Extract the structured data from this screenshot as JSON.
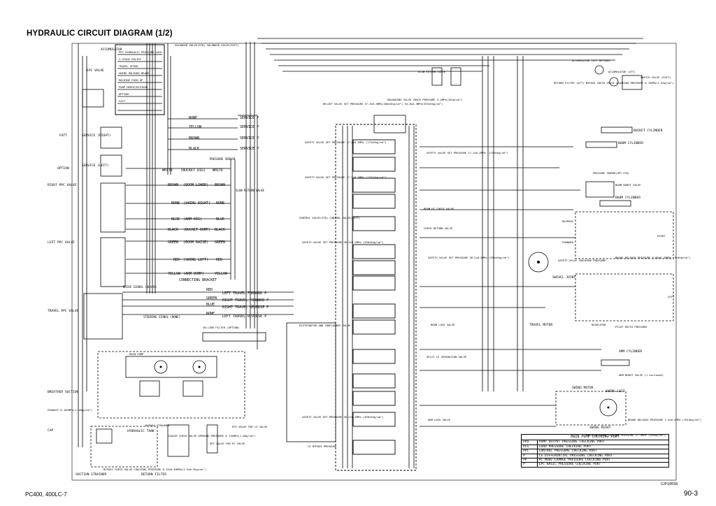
{
  "title": "HYDRAULIC CIRCUIT DIAGRAM (1/2)",
  "footer": {
    "model": "PC400, 400LC-7",
    "page": "90-3",
    "figure_code": "SJP10038"
  },
  "left_labels": [
    {
      "id": "accumulator",
      "text": "ACCUMULATOR"
    },
    {
      "id": "epc-valve",
      "text": "EPC VALVE"
    },
    {
      "id": "fatt",
      "text": "FATT"
    },
    {
      "id": "service-right",
      "text": "SERVICE (RIGHT)"
    },
    {
      "id": "service-left",
      "text": "SERVICE (LEFT)"
    },
    {
      "id": "option",
      "text": "OPTION"
    },
    {
      "id": "right-ppc",
      "text": "RIGHT PPC VALVE"
    },
    {
      "id": "left-ppc",
      "text": "LEFT PPC VALVE"
    },
    {
      "id": "travel-ppc",
      "text": "TRAVEL PPC VALVE"
    },
    {
      "id": "breather",
      "text": "BREATHER SUCTION"
    },
    {
      "id": "cap",
      "text": "CAP"
    },
    {
      "id": "hydraulic-tank",
      "text": "HYDRAULIC TANK"
    },
    {
      "id": "suction-strainer",
      "text": "SUCTION STRAINER"
    },
    {
      "id": "return-filter-b",
      "text": "RETURN FILTER"
    }
  ],
  "solenoids": [
    {
      "id": "ppc-hydraulic-lock",
      "text": "PPC HYDRAULIC PRESSURE LOCK"
    },
    {
      "id": "two-stage-relief",
      "text": "2-STAGE RELIEF"
    },
    {
      "id": "travel-speed",
      "text": "TRAVEL SPEED"
    },
    {
      "id": "swing-holding",
      "text": "SWING HOLDING BRAKE"
    },
    {
      "id": "machine-push-up",
      "text": "MACHINE PUSH-UP"
    },
    {
      "id": "pump-merge",
      "text": "PUMP MERGE/DIVIDER"
    },
    {
      "id": "option-sol",
      "text": "OPTION"
    },
    {
      "id": "fatt-sol",
      "text": "FATT"
    }
  ],
  "solenoid_header": {
    "text": "SOLENOID VALVE(STD) SOLENOID VALVE(FATT)"
  },
  "color_rows": [
    {
      "left": "NONE",
      "mid": "",
      "right": "SERVICE P"
    },
    {
      "left": "YELLOW",
      "mid": "",
      "right": "SERVICE P"
    },
    {
      "left": "BROWN",
      "mid": "",
      "right": "SERVICE P"
    },
    {
      "left": "BLACK",
      "mid": "",
      "right": "SERVICE P"
    },
    {
      "left": "WHITE",
      "mid": "(BUCKET DIG)",
      "right": "WHITE"
    },
    {
      "left": "BROWN",
      "mid": "(BOOM LOWER)",
      "right": "BROWN"
    },
    {
      "left": "NONE",
      "mid": "(SWING RIGHT)",
      "right": "NONE"
    },
    {
      "left": "BLUE",
      "mid": "(ARM DIG)",
      "right": "BLUE"
    },
    {
      "left": "BLACK",
      "mid": "(BUCKET DUMP)",
      "right": "BLACK"
    },
    {
      "left": "GREEN",
      "mid": "(BOOM RAISE)",
      "right": "GREEN"
    },
    {
      "left": "RED",
      "mid": "(SWING LEFT)",
      "right": "RED"
    },
    {
      "left": "YELLOW",
      "mid": "(ARM DUMP)",
      "right": "YELLOW"
    }
  ],
  "connecting_bracket": "CONNECTING BRACKET",
  "pressure_sensor": "PRESSURE SENSOR",
  "slow_return_valve": "SLOW RETURN VALVE",
  "travel_rows": [
    {
      "color": "RED",
      "text": "LEFT TRAVEL FORWARD P"
    },
    {
      "color": "GREEN",
      "text": "RIGHT TRAVEL FORWARD P"
    },
    {
      "color": "BLUE",
      "text": "RIGHT TRAVEL REVERSE P"
    },
    {
      "color": "NONE",
      "text": "LEFT TRAVEL REVERSE P"
    }
  ],
  "drive_signal": "DRIVE SIGNAL (BLACK)",
  "steering_signal": "STEERING SIGNAL (NONE)",
  "center_labels": [
    {
      "id": "relief",
      "text": "RELIEF VALVE SET PRESSURE 37.3±0.5MPa(380±5kg/cm²) 34.8±0.5MPa(355±5kg/cm²)"
    },
    {
      "id": "unloading",
      "text": "UNLOADING VALVE CRACK PRESSURE 3.1MPa(32kg/cm²)"
    },
    {
      "id": "slow-return",
      "text": "SLOW RETURN VALVE"
    },
    {
      "id": "safety1",
      "text": "SAFETY VALVE SET PRESSURE 17.2±0.5MPa (175±5kg/cm²)"
    },
    {
      "id": "safety2",
      "text": "SAFETY VALVE SET PRESSURE 17.2±0.5MPa (175±5kg/cm²)"
    },
    {
      "id": "safety3",
      "text": "SAFETY VALVE SET PRESSURE 17.2±0.5MPa (175±5kg/cm²)"
    },
    {
      "id": "boom-hi",
      "text": "BOOM HI CHECK VALVE"
    },
    {
      "id": "control-valve",
      "text": "CONTROL VALVE(STD) CONTROL VALVE(FATT)"
    },
    {
      "id": "check-return",
      "text": "CHECK RETURN VALVE"
    },
    {
      "id": "safety4",
      "text": "SAFETY VALVE SET PRESSURE 38.2±0.5MPa (390±5kg/cm²)"
    },
    {
      "id": "safety5",
      "text": "SAFETY VALVE SET PRESSURE 38.2±0.5MPa (390±5kg/cm²)"
    },
    {
      "id": "boom-lock",
      "text": "BOOM LOCK VALVE"
    },
    {
      "id": "distributor",
      "text": "DISTRIBUTOR AND CONFLUENCE VALVE"
    },
    {
      "id": "inline-filter",
      "text": "IN-LINE FILTER (OPTION)"
    },
    {
      "id": "ls-sep",
      "text": "SPLIT LS SEPARATION VALVE"
    },
    {
      "id": "arm-lock",
      "text": "ARM LOCK VALVE"
    },
    {
      "id": "safety6",
      "text": "SAFETY VALVE SET PRESSURE 38.2±0.5MPa (390±5kg/cm²)"
    },
    {
      "id": "lsbypass",
      "text": "LS BYPASS PRESSURE"
    },
    {
      "id": "cooler-check",
      "text": "COOLER CHECK VALVE OPENING PRESSURE 0.176MPa(1.8kg/cm²)"
    },
    {
      "id": "bypass-strainer",
      "text": "BYPASS STRAINER"
    },
    {
      "id": "epc-pc",
      "text": "EPC VALVE FOR PC VALVE"
    },
    {
      "id": "epc-ls",
      "text": "EPC VALVE FOR LS VALVE"
    },
    {
      "id": "bypass-check",
      "text": "BYPASS CHECK VALVE CRACKING PRESSURE 0.15±0.03MPa(1.5±0.3kg/cm²)"
    },
    {
      "id": "main-pump",
      "text": "MAIN PUMP"
    },
    {
      "id": "exhaust",
      "text": "EXHAUST 0.103MPa(1.05kg/cm²)"
    }
  ],
  "right_labels": [
    {
      "id": "accumulator-fatt",
      "text": "ACCUMULATOR (ATT OPTION)"
    },
    {
      "id": "accumulator2",
      "text": "ACCUMULATOR (ATT)"
    },
    {
      "id": "switch-valve",
      "text": "SWITCH VALVE (FATT)"
    },
    {
      "id": "return-filter",
      "text": "RETURN FILTER (ATT) BYPASS CHECK VALVE CRACKING PRESSURE 0.15MPa(1.5kg/cm²)"
    },
    {
      "id": "bucket-cyl",
      "text": "BUCKET CYLINDER"
    },
    {
      "id": "boom-cyl-l",
      "text": "BOOM CYLINDER"
    },
    {
      "id": "boom-cyl-r",
      "text": "BOOM CYLINDER"
    },
    {
      "id": "pressure-sensor-std",
      "text": "PRESSURE SENSOR(OPT STD)"
    },
    {
      "id": "boom-burst",
      "text": "BOOM BURST VALVE"
    },
    {
      "id": "brake-release",
      "text": "BRAKE RELEASE PRESSURE 0.88±0.39MPa (9±4kg/cm²)"
    },
    {
      "id": "safety-crack",
      "text": "SAFETY VALVE CRACKING PRESSURE"
    },
    {
      "id": "swivel",
      "text": "SWIVEL JOINT"
    },
    {
      "id": "travel-motor",
      "text": "TRAVEL MOTOR"
    },
    {
      "id": "regulator",
      "text": "REGULATOR"
    },
    {
      "id": "pilot-ratio",
      "text": "PILOT RATIO PRESSURE"
    },
    {
      "id": "arm-cyl",
      "text": "ARM CYLINDER"
    },
    {
      "id": "arm-burst",
      "text": "ARM BURST VALVE (1 enclosed)"
    },
    {
      "id": "swing-motor",
      "text": "SWING MOTOR"
    },
    {
      "id": "swing-left",
      "text": "SWING LEFT"
    },
    {
      "id": "swing-right",
      "text": "SWING RIGHT"
    },
    {
      "id": "brake-release2",
      "text": "BRAKE RELEASE PRESSURE 1.9±0.4MPa (19±4kg/cm²)"
    },
    {
      "id": "swing-safety",
      "text": "SAFETY VALVE SETTING PRESSURE 27.9MPa (285kg/cm²)"
    },
    {
      "id": "reverse",
      "text": "REVERSE"
    },
    {
      "id": "forward",
      "text": "FORWARD"
    },
    {
      "id": "left",
      "text": "LEFT"
    },
    {
      "id": "right",
      "text": "RIGHT"
    }
  ],
  "port_table": {
    "header": "MAIN PUMP CHECKING PORT",
    "rows": [
      {
        "code": "PPO",
        "text": "PUMP OUTPUT PRESSURE CHECKING PORT"
      },
      {
        "code": "PLS",
        "text": "LOAD PRESSURE CHECKING PORT"
      },
      {
        "code": "PPC",
        "text": "CONTROL PRESSURE CHECKING PORT"
      },
      {
        "code": "P",
        "text": "LS DIFFERENTIAL PRESSURE CHECKING PORT"
      },
      {
        "code": "PP",
        "text": "PC MODE CHANGE PRESSURE CHECKING PORT"
      },
      {
        "code": "P",
        "text": "EPC BASIC PRESSURE CHECKING PORT"
      }
    ]
  }
}
